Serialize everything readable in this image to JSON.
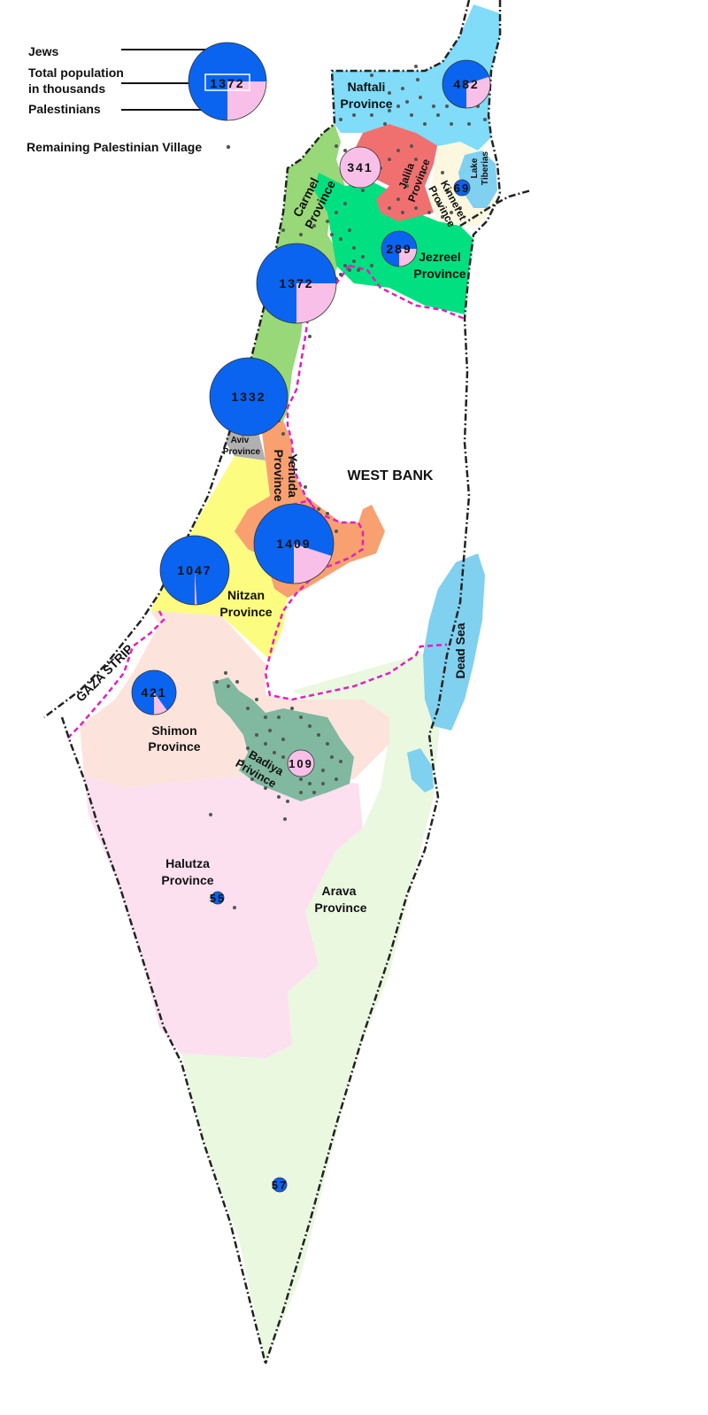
{
  "legend": {
    "jews_label": "Jews",
    "total_label_line1": "Total population",
    "total_label_line2": "in thousands",
    "palestinians_label": "Palestinians",
    "example_total": "1372",
    "example_jews_fraction": 0.75,
    "village_label": "Remaining Palestinian Village"
  },
  "colors": {
    "jews": "#0a64f0",
    "palestinians": "#f8c0e8",
    "border": "#222222",
    "green_line": "#e020c0",
    "village_dot": "#555555",
    "naftali": "#80dcf8",
    "jalila": "#f07070",
    "kinneret": "#fcf8e0",
    "jezreel": "#00e080",
    "carmel": "#98d878",
    "aviv": "#b0b0b0",
    "yehuda": "#f8a070",
    "nitzan": "#fcfc80",
    "shimon": "#fce4dc",
    "badiya": "#80b8a0",
    "halutza": "#fce0f0",
    "arava": "#eaf8e0",
    "water": "#80d0f0"
  },
  "regions": {
    "naftali": {
      "line1": "Naftali",
      "line2": "Province"
    },
    "jalila": {
      "line1": "Jalila",
      "line2": "Province"
    },
    "kinneret": {
      "line1": "Kinneret",
      "line2": "Province"
    },
    "jezreel": {
      "line1": "Jezreel",
      "line2": "Province"
    },
    "carmel": {
      "line1": "Carmel",
      "line2": "Province"
    },
    "aviv": {
      "line1": "Aviv",
      "line2": "Province"
    },
    "yehuda": {
      "line1": "Yehuda",
      "line2": "Province"
    },
    "nitzan": {
      "line1": "Nitzan",
      "line2": "Province"
    },
    "shimon": {
      "line1": "Shimon",
      "line2": "Province"
    },
    "badiya": {
      "line1": "Badiya",
      "line2": "Privince"
    },
    "halutza": {
      "line1": "Halutza",
      "line2": "Province"
    },
    "arava": {
      "line1": "Arava",
      "line2": "Province"
    }
  },
  "places": {
    "west_bank": "WEST BANK",
    "gaza_strip": "GAZA STRIP",
    "dead_sea": "Dead Sea",
    "lake_tiberias_line1": "Lake",
    "lake_tiberias_line2": "Tiberias"
  },
  "pies": [
    {
      "id": "naftali",
      "total": "482",
      "jews_fraction": 0.7
    },
    {
      "id": "jalila",
      "total": "341",
      "jews_fraction": 0.0
    },
    {
      "id": "kinneret",
      "total": "69",
      "jews_fraction": 1.0
    },
    {
      "id": "jezreel",
      "total": "289",
      "jews_fraction": 0.75
    },
    {
      "id": "carmel",
      "total": "1372",
      "jews_fraction": 0.75
    },
    {
      "id": "dan",
      "total": "1332",
      "jews_fraction": 1.0
    },
    {
      "id": "yehuda",
      "total": "1409",
      "jews_fraction": 0.8
    },
    {
      "id": "nitzan",
      "total": "1047",
      "jews_fraction": 0.99
    },
    {
      "id": "shimon",
      "total": "421",
      "jews_fraction": 0.9
    },
    {
      "id": "badiya",
      "total": "109",
      "jews_fraction": 0.0
    },
    {
      "id": "halutza",
      "total": "55",
      "jews_fraction": 1.0
    },
    {
      "id": "arava",
      "total": "57",
      "jews_fraction": 1.0
    }
  ]
}
